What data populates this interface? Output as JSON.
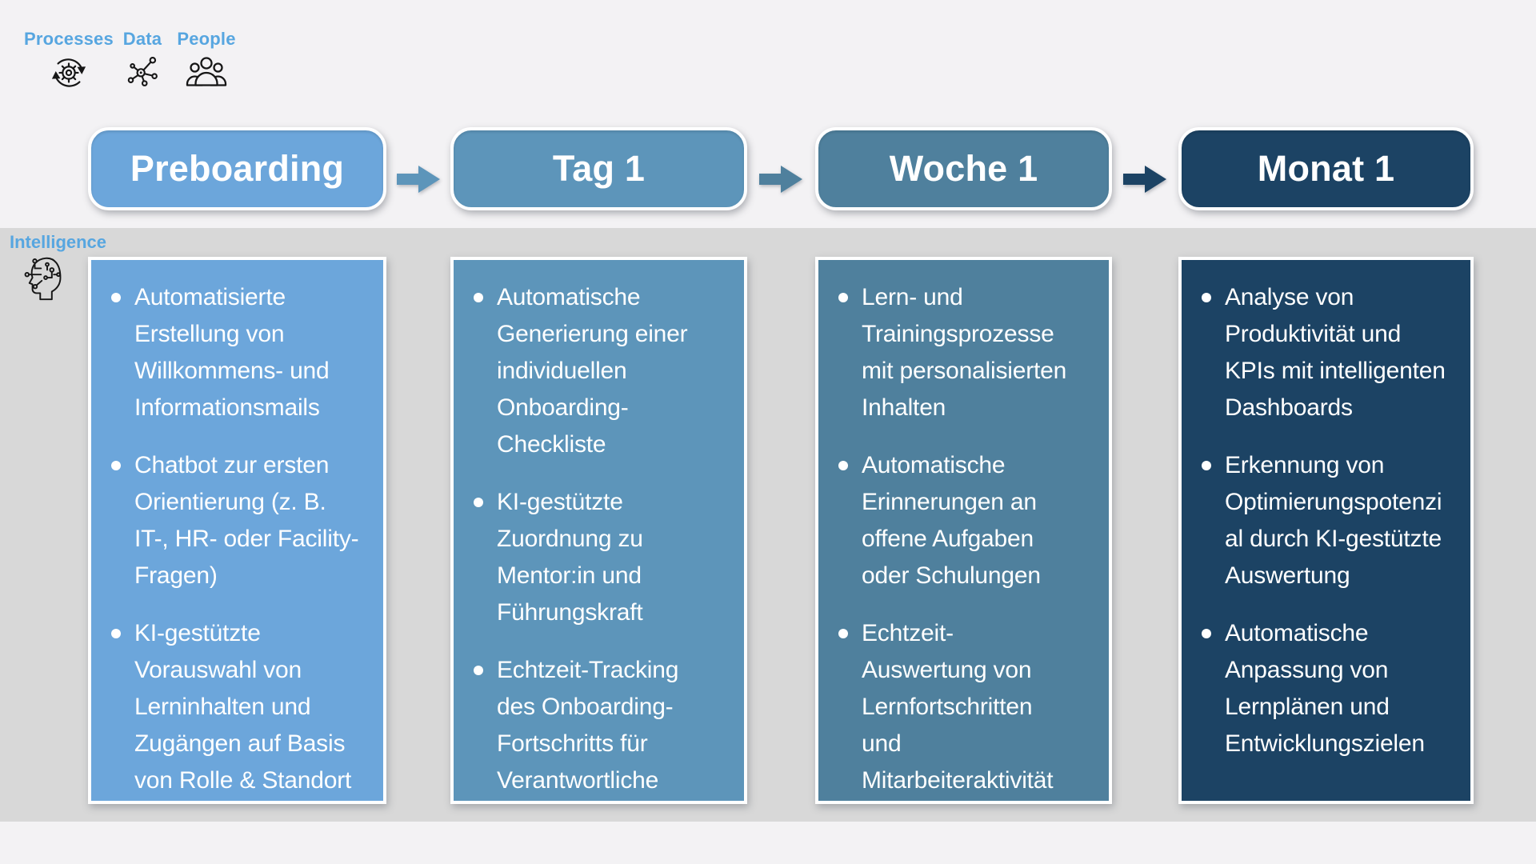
{
  "colors": {
    "background": "#F3F2F4",
    "band": "#D8D8D8",
    "label_blue": "#57A6E0",
    "text_white": "#FFFFFF",
    "icon_stroke": "#161616"
  },
  "capabilities": {
    "items": [
      {
        "label": "Processes",
        "icon": "process-cycle-icon"
      },
      {
        "label": "Data",
        "icon": "data-network-icon"
      },
      {
        "label": "People",
        "icon": "people-group-icon"
      }
    ]
  },
  "intelligence": {
    "label": "Intelligence",
    "icon": "ai-head-circuit-icon"
  },
  "timeline": {
    "phases": [
      {
        "title": "Preboarding",
        "color": "#6CA6DB",
        "bullets": [
          "Automatisierte\nErstellung von\nWillkommens- und\nInformationsmails",
          "Chatbot zur ersten\nOrientierung (z. B.\nIT-, HR- oder Facility-\nFragen)",
          "KI-gestützte\nVorauswahl von\nLerninhalten und\nZugängen auf Basis\nvon Rolle & Standort"
        ]
      },
      {
        "title": "Tag 1",
        "color": "#5D95BA",
        "bullets": [
          "Automatische\nGenerierung einer\nindividuellen\nOnboarding-\nCheckliste",
          "KI-gestützte\nZuordnung zu\nMentor:in und\nFührungskraft",
          "Echtzeit-Tracking\ndes Onboarding-\nFortschritts für\nVerantwortliche"
        ]
      },
      {
        "title": "Woche 1",
        "color": "#4F809D",
        "bullets": [
          "Lern- und\nTrainingsprozesse\nmit personalisierten\nInhalten",
          "Automatische\nErinnerungen an\noffene Aufgaben\noder Schulungen",
          "Echtzeit-\nAuswertung von\nLernfortschritten\nund\nMitarbeiteraktivität"
        ]
      },
      {
        "title": "Monat 1",
        "color": "#1C4364",
        "bullets": [
          "Analyse von\nProduktivität und\nKPIs mit intelligenten\nDashboards",
          "Erkennung von\nOptimierungspotenzi\nal durch KI-gestützte\nAuswertung",
          "Automatische\nAnpassung von\nLernplänen und\nEntwicklungszielen"
        ]
      }
    ],
    "arrow_colors": [
      "#5D95BA",
      "#4F809D",
      "#1C4364"
    ],
    "arrow_icon": "flow-arrow-icon",
    "bullet_icon": "bullet-dot"
  }
}
